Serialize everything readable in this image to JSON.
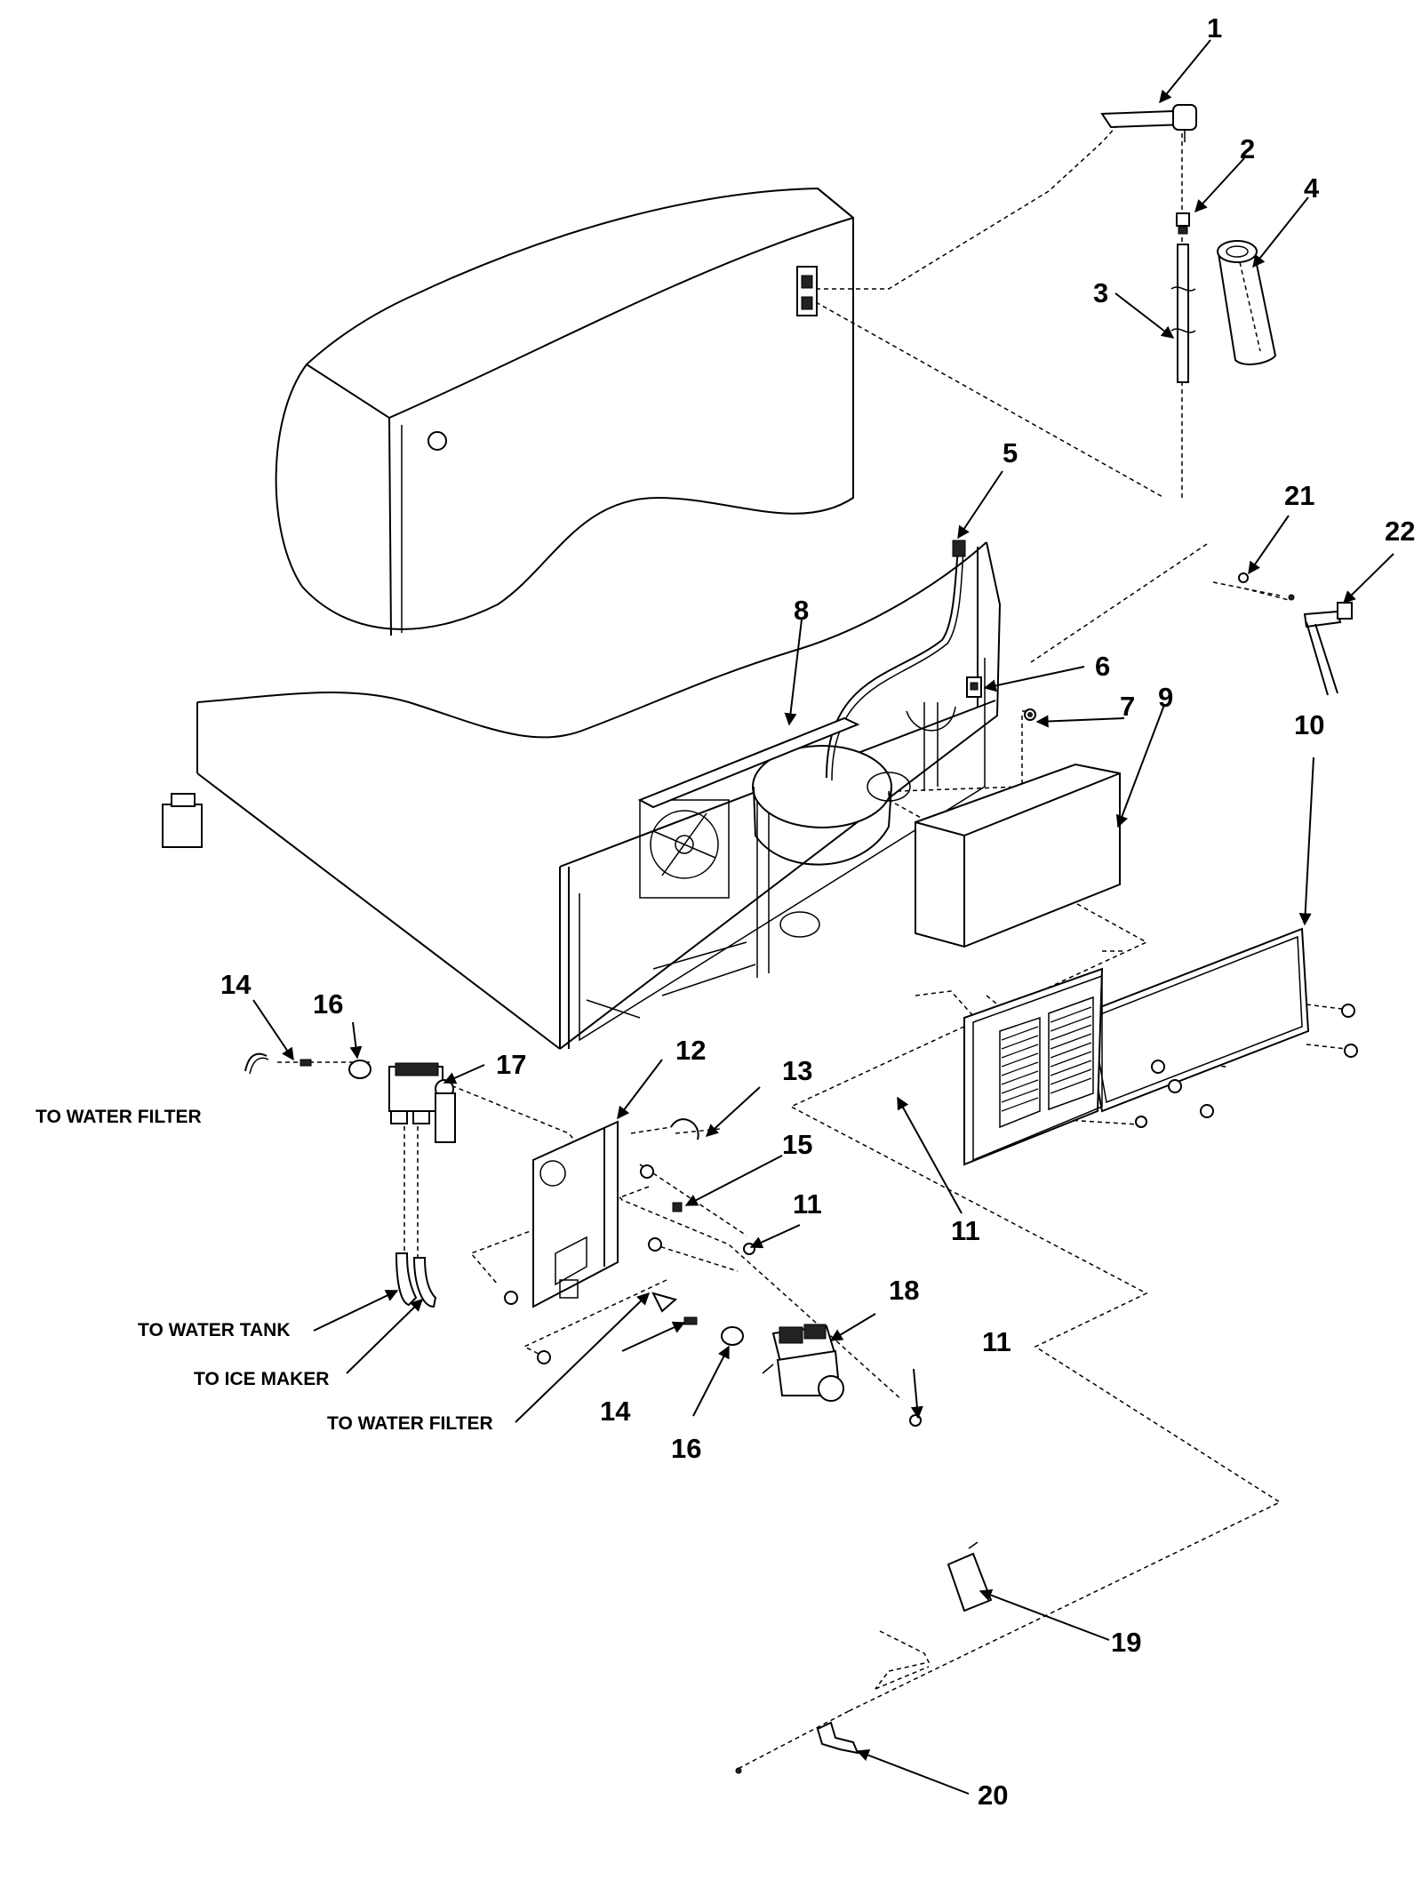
{
  "callouts": {
    "c1": "1",
    "c2": "2",
    "c3": "3",
    "c4": "4",
    "c5": "5",
    "c6": "6",
    "c7": "7",
    "c8": "8",
    "c9": "9",
    "c10": "10",
    "c11a": "11",
    "c11b": "11",
    "c11c": "11",
    "c12": "12",
    "c13": "13",
    "c14a": "14",
    "c14b": "14",
    "c15": "15",
    "c16a": "16",
    "c16b": "16",
    "c17": "17",
    "c18": "18",
    "c19": "19",
    "c20": "20",
    "c21": "21",
    "c22": "22"
  },
  "labels": {
    "water_filter_top": "TO WATER FILTER",
    "water_tank": "TO WATER TANK",
    "ice_maker": "TO ICE MAKER",
    "water_filter_bottom": "TO WATER FILTER"
  }
}
